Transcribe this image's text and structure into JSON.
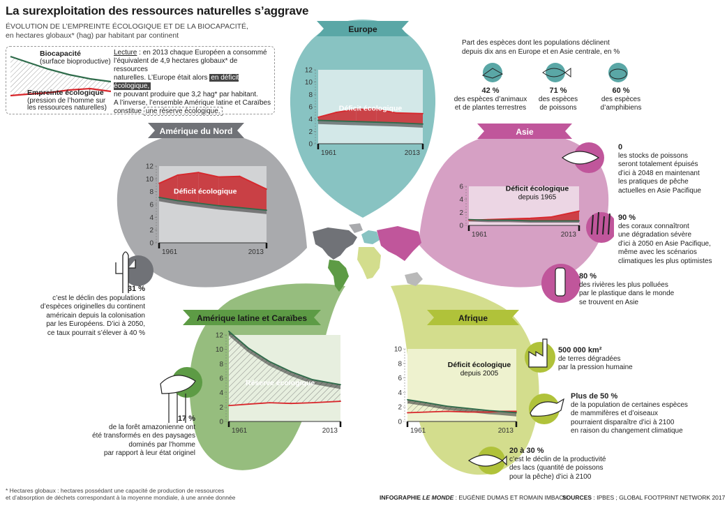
{
  "header": {
    "title": "La surexploitation des ressources naturelles s’aggrave",
    "subtitle_line1": "ÉVOLUTION DE L’EMPREINTE ÉCOLOGIQUE ET DE LA BIOCAPACITÉ,",
    "subtitle_line2": "en hectares globaux* (hag) par habitant par continent"
  },
  "legend": {
    "biocapacity_title": "Biocapacité",
    "biocapacity_sub": "(surface bioproductive)",
    "footprint_title": "Empreinte écologique",
    "footprint_sub1": "(pression de l’homme sur",
    "footprint_sub2": "les ressources naturelles)",
    "reading_label": "Lecture",
    "reading_1": " : en 2013 chaque Européen a consommé",
    "reading_2": "l’équivalent de 4,9 hectares globaux* de ressources",
    "reading_3": "naturelles. L’Europe était alors ",
    "reading_highlight_deficit": "en déficit écologique,",
    "reading_4": "ne pouvant produire que 3,2 hag* par habitant.",
    "reading_5": "A l’inverse, l’ensemble Amérique latine et Caraïbes",
    "reading_6": "constitue ",
    "reading_highlight_reserve": "une réserve écologique."
  },
  "colors": {
    "biocapacity": "#2e6b4a",
    "footprint": "#d8262b",
    "europe": "#88c3c2",
    "asie": "#d6a0c4",
    "amerique_nord": "#a9aaad",
    "amerique_latine": "#96bd7e",
    "afrique": "#d3dd8d",
    "banner_europe": "#5aa7a6",
    "banner_asie": "#c0569b",
    "banner_amnord": "#707277",
    "banner_amlat": "#5d9b45",
    "banner_afrique": "#b0c23a"
  },
  "regions": {
    "europe": {
      "label": "Europe"
    },
    "asie": {
      "label": "Asie"
    },
    "amerique_nord": {
      "label": "Amérique du Nord"
    },
    "amerique_latine": {
      "label": "Amérique latine et Caraïbes"
    },
    "afrique": {
      "label": "Afrique"
    }
  },
  "chart_data": [
    {
      "type": "area",
      "region": "Europe",
      "x": [
        1961,
        1970,
        1980,
        1990,
        2000,
        2013
      ],
      "xticks": [
        "1961",
        "2013"
      ],
      "yticks": [
        0,
        2,
        4,
        6,
        8,
        10,
        12
      ],
      "ylim": [
        0,
        12
      ],
      "series": [
        {
          "name": "Empreinte écologique",
          "values": [
            4.3,
            5.1,
            5.6,
            5.6,
            5.0,
            4.9
          ]
        },
        {
          "name": "Biocapacité",
          "values": [
            3.8,
            3.7,
            3.6,
            3.5,
            3.4,
            3.2
          ]
        }
      ],
      "annotation": "Déficit écologique"
    },
    {
      "type": "area",
      "region": "Amérique du Nord",
      "x": [
        1961,
        1970,
        1980,
        1990,
        2000,
        2013
      ],
      "xticks": [
        "1961",
        "2013"
      ],
      "yticks": [
        0,
        2,
        4,
        6,
        8,
        10,
        12
      ],
      "ylim": [
        0,
        12
      ],
      "series": [
        {
          "name": "Empreinte écologique",
          "values": [
            9.3,
            10.6,
            11.0,
            10.3,
            10.4,
            8.4
          ]
        },
        {
          "name": "Biocapacité",
          "values": [
            7.1,
            6.6,
            6.2,
            5.8,
            5.5,
            5.1
          ]
        }
      ],
      "annotation": "Déficit écologique"
    },
    {
      "type": "area",
      "region": "Asie",
      "x": [
        1961,
        1970,
        1980,
        1990,
        2000,
        2013
      ],
      "xticks": [
        "1961",
        "2013"
      ],
      "yticks": [
        0,
        2,
        4,
        6
      ],
      "ylim": [
        0,
        6
      ],
      "series": [
        {
          "name": "Empreinte écologique",
          "values": [
            0.8,
            0.9,
            1.0,
            1.1,
            1.3,
            2.2
          ]
        },
        {
          "name": "Biocapacité",
          "values": [
            0.9,
            0.8,
            0.8,
            0.7,
            0.7,
            0.7
          ]
        }
      ],
      "annotation": "Déficit écologique",
      "annotation_sub": "depuis 1965"
    },
    {
      "type": "area",
      "region": "Amérique latine et Caraïbes",
      "x": [
        1961,
        1970,
        1980,
        1990,
        2000,
        2013
      ],
      "xticks": [
        "1961",
        "2013"
      ],
      "yticks": [
        0,
        2,
        4,
        6,
        8,
        10,
        12
      ],
      "ylim": [
        0,
        12
      ],
      "series": [
        {
          "name": "Empreinte écologique",
          "values": [
            2.2,
            2.4,
            2.6,
            2.5,
            2.6,
            2.8
          ]
        },
        {
          "name": "Biocapacité",
          "values": [
            12.5,
            10.2,
            8.3,
            6.9,
            5.8,
            5.1
          ]
        }
      ],
      "annotation": "Réserve écologique"
    },
    {
      "type": "area",
      "region": "Afrique",
      "x": [
        1961,
        1970,
        1980,
        1990,
        2000,
        2005,
        2013
      ],
      "xticks": [
        "1961",
        "2013"
      ],
      "yticks": [
        0,
        2,
        4,
        6,
        8,
        10
      ],
      "ylim": [
        0,
        10
      ],
      "series": [
        {
          "name": "Empreinte écologique",
          "values": [
            1.2,
            1.3,
            1.4,
            1.3,
            1.3,
            1.4,
            1.4
          ]
        },
        {
          "name": "Biocapacité",
          "values": [
            3.0,
            2.6,
            2.1,
            1.8,
            1.5,
            1.4,
            1.2
          ]
        }
      ],
      "annotation": "Déficit écologique",
      "annotation_sub": "depuis 2005"
    }
  ],
  "europe_species": {
    "intro_1": "Part des espèces dont les populations déclinent",
    "intro_2": "depuis dix ans en Europe et en Asie centrale, en %",
    "items": [
      {
        "value": "42 %",
        "line1": "des espèces d’animaux",
        "line2": "et de plantes terrestres",
        "icon": "bird-icon"
      },
      {
        "value": "71 %",
        "line1": "des espèces",
        "line2": "de poissons",
        "icon": "fish-icon"
      },
      {
        "value": "60 %",
        "line1": "des espèces",
        "line2": "d’amphibiens",
        "icon": "frog-icon"
      }
    ]
  },
  "asie_facts": [
    {
      "value": "0",
      "lines": [
        "les stocks de poissons",
        "seront totalement épuisés",
        "d’ici à 2048 en maintenant",
        "les pratiques de pêche",
        "actuelles en Asie Pacifique"
      ],
      "icon": "fish-icon"
    },
    {
      "value": "90 %",
      "lines": [
        "des coraux connaîtront",
        "une dégradation sévère",
        "d’ici à 2050 en Asie Pacifique,",
        "même avec les scénarios",
        "climatiques les plus optimistes"
      ],
      "icon": "coral-icon"
    },
    {
      "value": "80 %",
      "lines": [
        "des rivières les plus polluées",
        "par le plastique dans le monde",
        "se trouvent en Asie"
      ],
      "icon": "plastic-bottle-icon"
    }
  ],
  "amnord_fact": {
    "value": "31 %",
    "lines": [
      "c’est le déclin des populations",
      "d’espèces originelles du continent",
      "américain depuis la colonisation",
      "par les Européens. D’ici à 2050,",
      "ce taux pourrait s’élever à 40 %"
    ],
    "icon": "cactus-icon"
  },
  "amlat_fact": {
    "value": "17 %",
    "lines": [
      "de la forêt amazonienne ont",
      "été  transformés en des paysages",
      "dominés par l’homme",
      "par rapport à leur état originel"
    ],
    "icon": "tree-icon"
  },
  "afrique_facts": [
    {
      "value": "500 000 km²",
      "lines": [
        "de terres dégradées",
        "par la pression humaine"
      ],
      "icon": "factory-icon"
    },
    {
      "value": "Plus de 50 %",
      "lines": [
        "de la population de certaines espèces",
        "de mammifères et d’oiseaux",
        "pourraient disparaître d’ici à 2100",
        "en raison du changement climatique"
      ],
      "icon": "rhino-icon"
    },
    {
      "value": "20 à 30 %",
      "lines": [
        "c’est le déclin de la productivité",
        "des lacs (quantité de poissons",
        "pour la pêche) d’ici à 2100"
      ],
      "icon": "fish-icon"
    }
  ],
  "footer": {
    "note_1": "* Hectares globaux : hectares possédant une capacité de production de ressources",
    "note_2": "et d’absorption de déchets correspondant à la moyenne mondiale, à une année donnée",
    "credits_label": "INFOGRAPHIE ",
    "credits_paper": "LE MONDE",
    "credits_names": " : EUGÉNIE DUMAS ET ROMAIN IMBACH",
    "sources_label": "SOURCES",
    "sources_text": " : IPBES ; GLOBAL FOOTPRINT NETWORK 2017"
  }
}
